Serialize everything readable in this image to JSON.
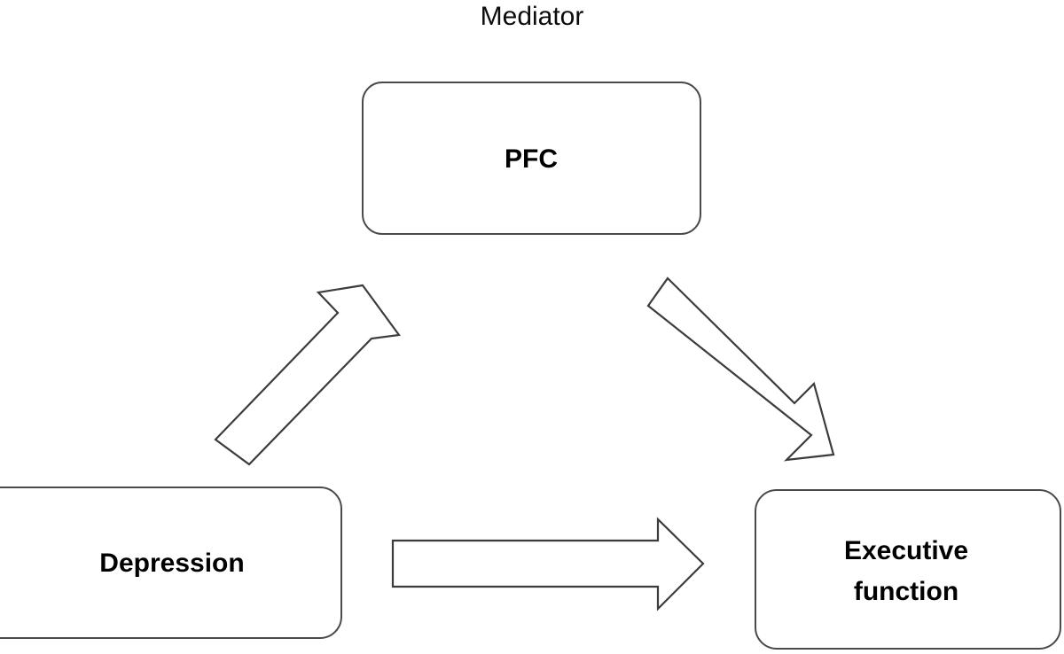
{
  "diagram": {
    "caption": "Mediator",
    "background_color": "#ffffff",
    "box_stroke_color": "#4a4a4a",
    "arrow_stroke_color": "#3c3c3c",
    "text_color": "#000000",
    "nodes": [
      {
        "id": "pfc",
        "label": "PFC",
        "role": "mediator"
      },
      {
        "id": "depression",
        "label": "Depression",
        "role": "predictor"
      },
      {
        "id": "executive-function",
        "label_line1": "Executive",
        "label_line2": "function",
        "role": "outcome"
      }
    ],
    "arrows": [
      {
        "id": "depression-to-pfc",
        "from": "Depression",
        "to": "PFC",
        "direction": "up-right"
      },
      {
        "id": "pfc-to-executive-function",
        "from": "PFC",
        "to": "Executive function",
        "direction": "down-right"
      },
      {
        "id": "depression-to-executive-function",
        "from": "Depression",
        "to": "Executive function",
        "direction": "right"
      }
    ]
  }
}
